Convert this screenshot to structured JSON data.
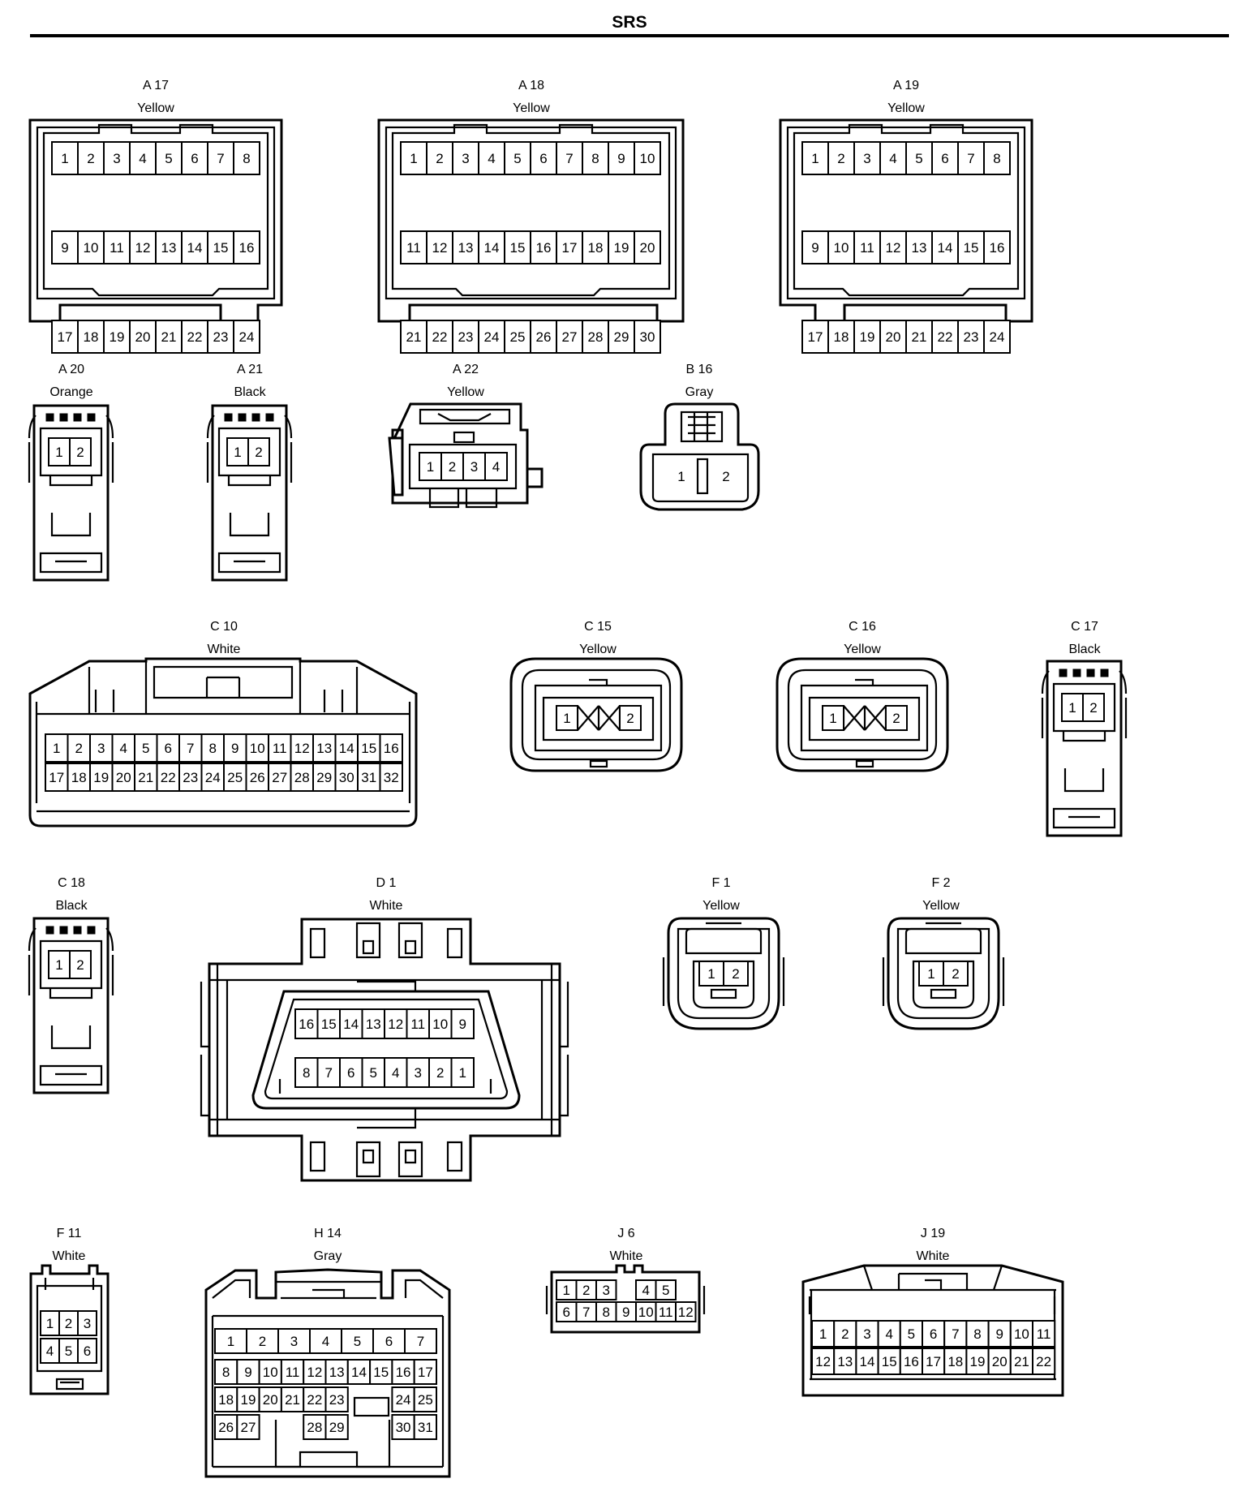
{
  "title": "SRS",
  "connectors": [
    {
      "id": "A 17",
      "color": "Yellow",
      "pins": [
        "1",
        "2",
        "3",
        "4",
        "5",
        "6",
        "7",
        "8",
        "9",
        "10",
        "11",
        "12",
        "13",
        "14",
        "15",
        "16",
        "17",
        "18",
        "19",
        "20",
        "21",
        "22",
        "23",
        "24"
      ]
    },
    {
      "id": "A 18",
      "color": "Yellow",
      "pins": [
        "1",
        "2",
        "3",
        "4",
        "5",
        "6",
        "7",
        "8",
        "9",
        "10",
        "11",
        "12",
        "13",
        "14",
        "15",
        "16",
        "17",
        "18",
        "19",
        "20",
        "21",
        "22",
        "23",
        "24",
        "25",
        "26",
        "27",
        "28",
        "29",
        "30"
      ]
    },
    {
      "id": "A 19",
      "color": "Yellow",
      "pins": [
        "1",
        "2",
        "3",
        "4",
        "5",
        "6",
        "7",
        "8",
        "9",
        "10",
        "11",
        "12",
        "13",
        "14",
        "15",
        "16",
        "17",
        "18",
        "19",
        "20",
        "21",
        "22",
        "23",
        "24"
      ]
    },
    {
      "id": "A 20",
      "color": "Orange",
      "pins": [
        "1",
        "2"
      ]
    },
    {
      "id": "A 21",
      "color": "Black",
      "pins": [
        "1",
        "2"
      ]
    },
    {
      "id": "A 22",
      "color": "Yellow",
      "pins": [
        "1",
        "2",
        "3",
        "4"
      ]
    },
    {
      "id": "B 16",
      "color": "Gray",
      "pins": [
        "1",
        "2"
      ]
    },
    {
      "id": "C 10",
      "color": "White",
      "pins": [
        "1",
        "2",
        "3",
        "4",
        "5",
        "6",
        "7",
        "8",
        "9",
        "10",
        "11",
        "12",
        "13",
        "14",
        "15",
        "16",
        "17",
        "18",
        "19",
        "20",
        "21",
        "22",
        "23",
        "24",
        "25",
        "26",
        "27",
        "28",
        "29",
        "30",
        "31",
        "32"
      ]
    },
    {
      "id": "C 15",
      "color": "Yellow",
      "pins": [
        "1",
        "2"
      ]
    },
    {
      "id": "C 16",
      "color": "Yellow",
      "pins": [
        "1",
        "2"
      ]
    },
    {
      "id": "C 17",
      "color": "Black",
      "pins": [
        "1",
        "2"
      ]
    },
    {
      "id": "C 18",
      "color": "Black",
      "pins": [
        "1",
        "2"
      ]
    },
    {
      "id": "D 1",
      "color": "White",
      "pins": [
        "16",
        "15",
        "14",
        "13",
        "12",
        "11",
        "10",
        "9",
        "8",
        "7",
        "6",
        "5",
        "4",
        "3",
        "2",
        "1"
      ]
    },
    {
      "id": "F 1",
      "color": "Yellow",
      "pins": [
        "1",
        "2"
      ]
    },
    {
      "id": "F 2",
      "color": "Yellow",
      "pins": [
        "1",
        "2"
      ]
    },
    {
      "id": "F 11",
      "color": "White",
      "pins": [
        "1",
        "2",
        "3",
        "4",
        "5",
        "6"
      ]
    },
    {
      "id": "H 14",
      "color": "Gray",
      "pins": [
        "1",
        "2",
        "3",
        "4",
        "5",
        "6",
        "7",
        "8",
        "9",
        "10",
        "11",
        "12",
        "13",
        "14",
        "15",
        "16",
        "17",
        "18",
        "19",
        "20",
        "21",
        "22",
        "23",
        "24",
        "25",
        "26",
        "27",
        "28",
        "29",
        "30",
        "31"
      ]
    },
    {
      "id": "J 6",
      "color": "White",
      "pins": [
        "1",
        "2",
        "3",
        "4",
        "5",
        "6",
        "7",
        "8",
        "9",
        "10",
        "11",
        "12"
      ]
    },
    {
      "id": "J 19",
      "color": "White",
      "pins": [
        "1",
        "2",
        "3",
        "4",
        "5",
        "6",
        "7",
        "8",
        "9",
        "10",
        "11",
        "12",
        "13",
        "14",
        "15",
        "16",
        "17",
        "18",
        "19",
        "20",
        "21",
        "22"
      ]
    }
  ]
}
